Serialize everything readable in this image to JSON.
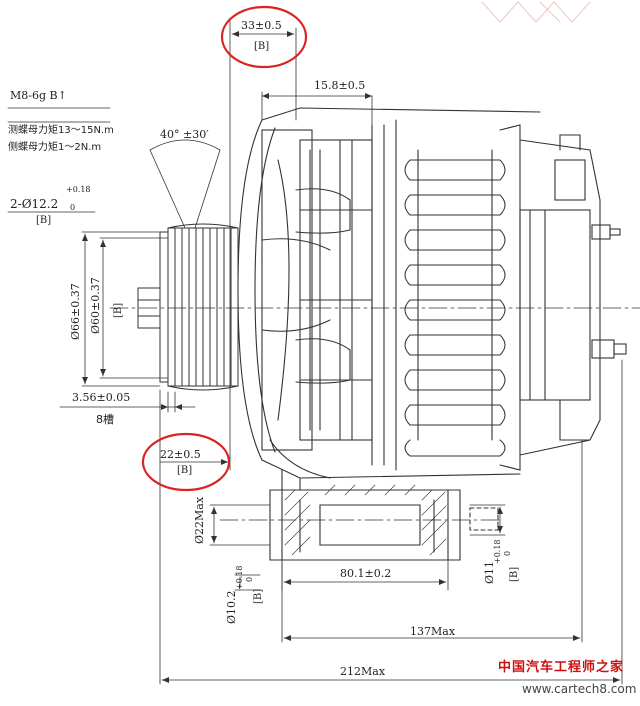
{
  "labels": {
    "thread": "M8-6g B↑",
    "torque1": "测蝶母力矩13～15N.m",
    "torque2": "侧蝶母力矩1～2N.m",
    "angle": "40° ±30′",
    "dim_33": "33±0.5",
    "dim_15_8": "15.8±0.5",
    "hole_2x": "2-Ø12.2",
    "hole_sup": "+0.18",
    "hole_sub": "0",
    "dia_66": "Ø66±0.37",
    "dia_60": "Ø60±0.37",
    "dim_3_56": "3.56±0.05",
    "grooves": "8槽",
    "dim_22": "22±0.5",
    "dia_22max": "Ø22Max",
    "dim_80_1": "80.1±0.2",
    "dia_11": "Ø11",
    "dia_10_2": "Ø10.2",
    "dim_137": "137Max",
    "dim_212": "212Max",
    "datum_b": "[B]"
  },
  "watermark": {
    "text": "中国汽车工程师之家",
    "site": "www.cartech8.com"
  },
  "colors": {
    "highlight": "#dd2222",
    "line": "#333333"
  }
}
